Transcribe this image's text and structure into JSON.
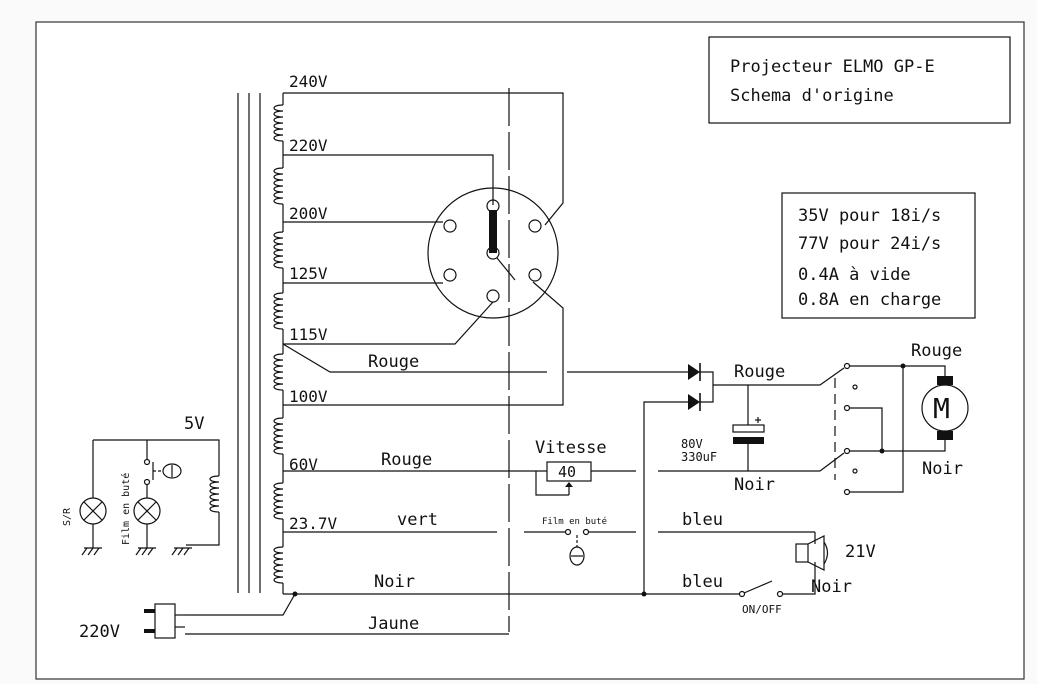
{
  "title_box": {
    "line1": "Projecteur ELMO GP-E",
    "line2": "Schema d'origine"
  },
  "specs_box": {
    "line1": "35V pour 18i/s",
    "line2": "77V pour 24i/s",
    "line3": "0.4A à vide",
    "line4": "0.8A en charge"
  },
  "taps": [
    "240V",
    "220V",
    "200V",
    "125V",
    "115V",
    "100V",
    "60V",
    "23.7V"
  ],
  "wire_labels": {
    "rouge_upper": "Rouge",
    "rouge_60v": "Rouge",
    "vert": "vert",
    "noir_bottom": "Noir",
    "jaune": "Jaune",
    "rouge_rect": "Rouge",
    "noir_rect": "Noir",
    "bleu_top": "bleu",
    "bleu_bottom": "bleu",
    "rouge_motor": "Rouge",
    "noir_motor": "Noir",
    "noir_lamp": "Noir"
  },
  "components": {
    "vitesse_label": "Vitesse",
    "vitesse_value": "40",
    "capacitor_voltage": "80V",
    "capacitor_value": "330uF",
    "motor_symbol": "M",
    "lamp_voltage": "21V",
    "switch_label": "ON/OFF",
    "film_switch_mid": "Film en buté",
    "film_switch_left": "Film en buté",
    "sr_label": "S/R",
    "aux_winding_voltage": "5V",
    "mains_voltage": "220V"
  }
}
